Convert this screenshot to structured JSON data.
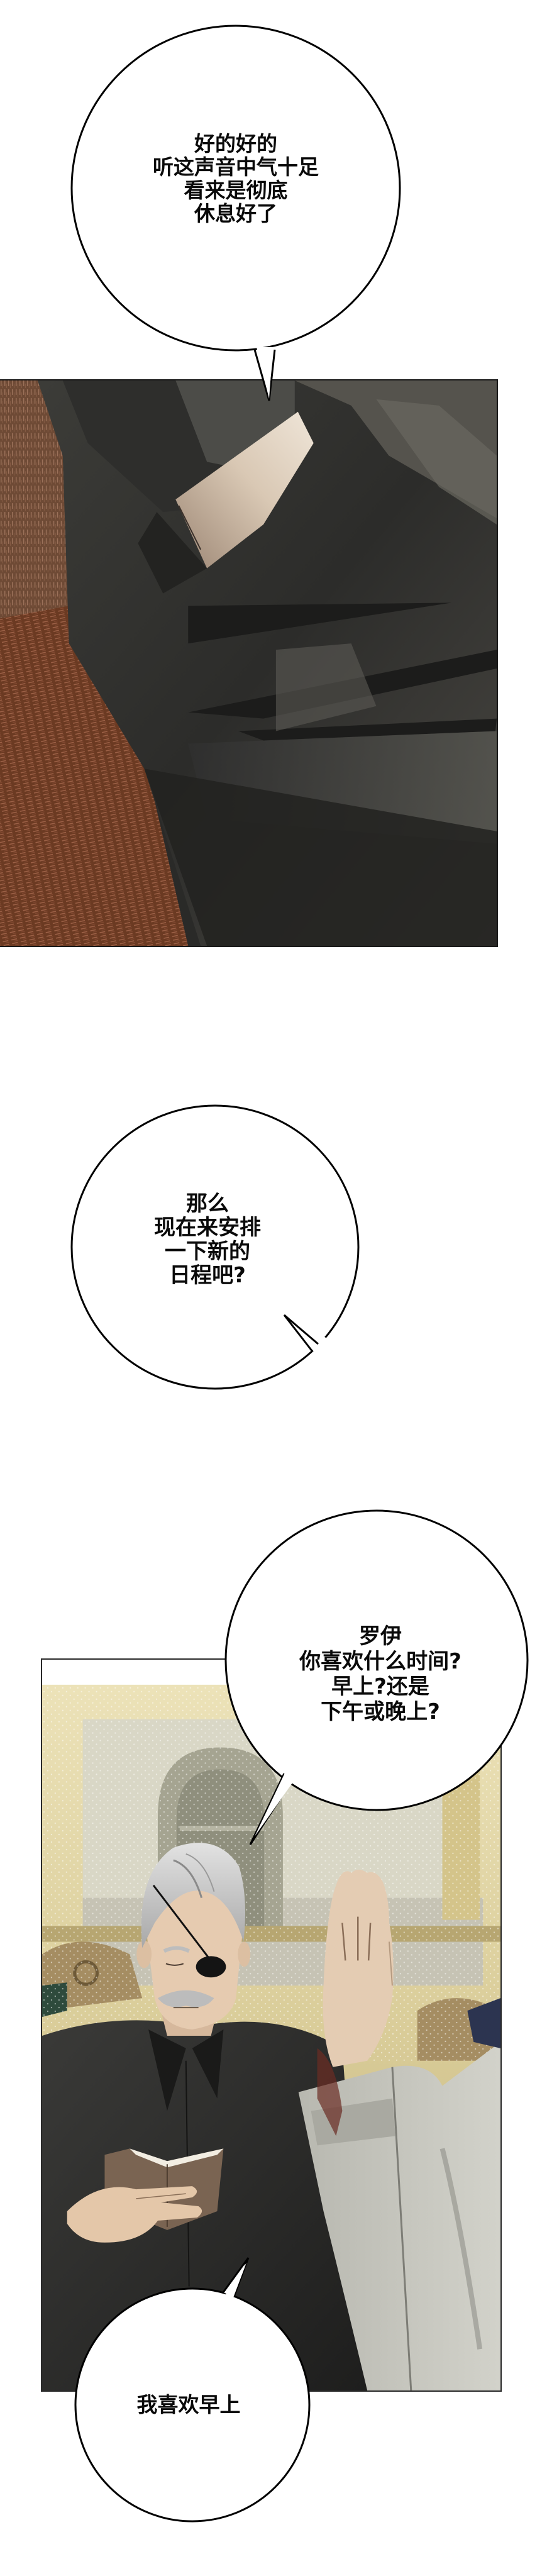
{
  "page": {
    "type": "webcomic-strip",
    "background": "#ffffff"
  },
  "panels": [
    {
      "id": "panel-1",
      "description": "close-up of a man in dark clothing reclining on a brown sofa",
      "colors": {
        "sofa": "#6b3a22",
        "sofa_highlight": "#b0705a",
        "cloth_dark": "#262624",
        "cloth_mid": "#45453f",
        "skin": "#e8dccb",
        "skin_shadow": "#a08a78"
      }
    },
    {
      "id": "panel-2",
      "description": "grey-haired man with eyepatch reading a small book while another character raises a hand",
      "colors": {
        "wall": "#e2d7a8",
        "wall_panel": "#c9c6b4",
        "door": "#9a9a88",
        "coat": "#2c2c2a",
        "sleeve": "#c4c4bc",
        "skin": "#e6cbb0",
        "hair": "#c8c8c8",
        "navy": "#2c3450",
        "book": "#7a6452"
      }
    }
  ],
  "bubbles": [
    {
      "id": "bubble-1",
      "lines": [
        "好的好的",
        "听这声音中气十足",
        "看来是彻底",
        "休息好了"
      ]
    },
    {
      "id": "bubble-2",
      "lines": [
        "那么",
        "现在来安排",
        "一下新的",
        "日程吧?"
      ]
    },
    {
      "id": "bubble-3",
      "lines": [
        "罗伊",
        "你喜欢什么时间?",
        "早上?还是",
        "下午或晚上?"
      ]
    },
    {
      "id": "bubble-4",
      "lines": [
        "我喜欢早上"
      ]
    }
  ]
}
